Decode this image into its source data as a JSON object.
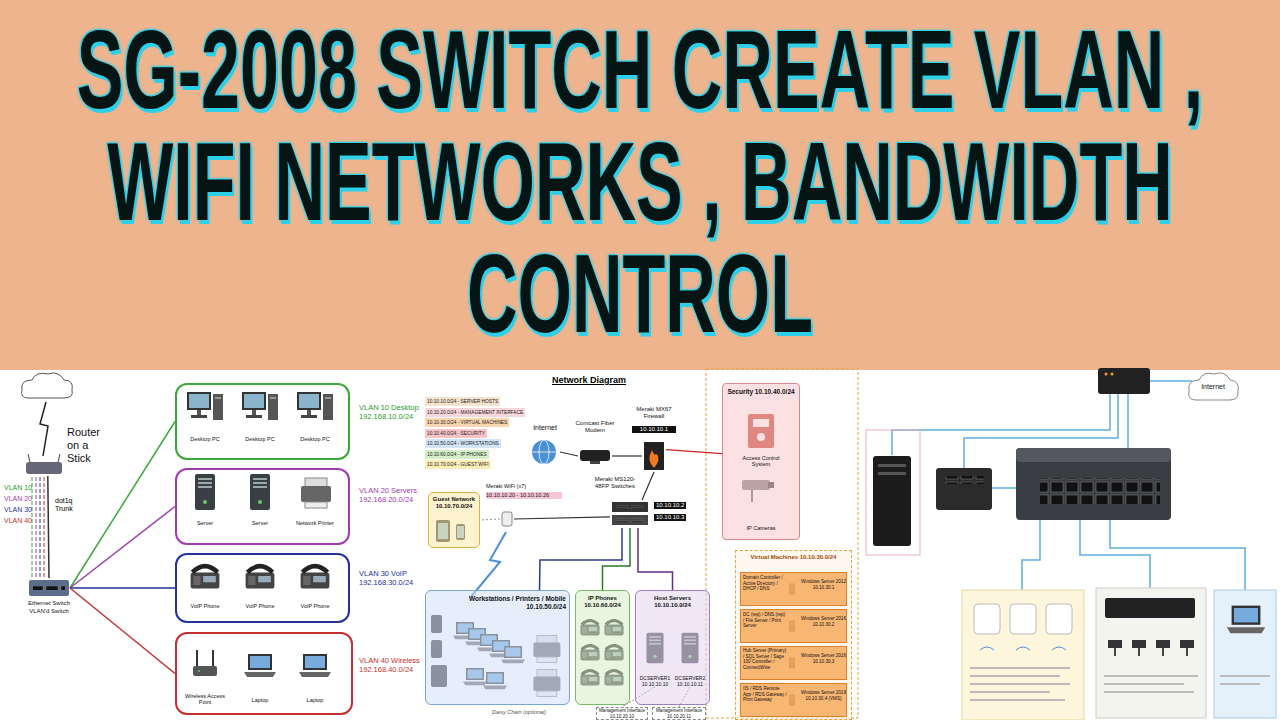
{
  "diagram": {
    "title": "SG-2008 SWITCH CREATE VLAN , WIFI NETWORKS , BANDWIDTH CONTROL",
    "nodes": [
      {
        "text": [
          "Router on a Stick"
        ]
      },
      {
        "text": [
          "Ethernet Switch",
          "VLAN'd Switch"
        ]
      },
      {
        "text": [
          "VLAN 10 Desktop 192.168.10.0/24"
        ]
      },
      {
        "text": [
          "Desktop PC"
        ],
        "in": 2
      },
      {
        "text": [
          "Desktop PC"
        ],
        "in": 2
      },
      {
        "text": [
          "Desktop PC"
        ],
        "in": 2
      },
      {
        "text": [
          "VLAN 20 Servers 192.168.20.0/24"
        ]
      },
      {
        "text": [
          "Server"
        ],
        "in": 6
      },
      {
        "text": [
          "Server"
        ],
        "in": 6
      },
      {
        "text": [
          "Network Printer"
        ],
        "in": 6
      },
      {
        "text": [
          "VLAN 30 VoIP 192.168.30.0/24"
        ]
      },
      {
        "text": [
          "VoIP Phone"
        ],
        "in": 10
      },
      {
        "text": [
          "VoIP Phone"
        ],
        "in": 10
      },
      {
        "text": [
          "VoIP Phone"
        ],
        "in": 10
      },
      {
        "text": [
          "VLAN 40 Wireless 192.168.40.0/24"
        ]
      },
      {
        "text": [
          "Wireless Access Point"
        ],
        "in": 14
      },
      {
        "text": [
          "Laptop"
        ],
        "in": 14
      },
      {
        "text": [
          "Laptop"
        ],
        "in": 14
      },
      {
        "text": [
          "Internet"
        ]
      },
      {
        "text": [
          "Comcast Fiber Modem"
        ]
      },
      {
        "text": [
          "Meraki MX67 Firewall",
          "10.10.10.1"
        ]
      },
      {
        "text": [
          "Security 10.10.40.0/24"
        ]
      },
      {
        "text": [
          "Access Control System"
        ],
        "in": 21
      },
      {
        "text": [
          "IP Cameras"
        ],
        "in": 21
      },
      {
        "text": [
          "Guest Network 10.10.70.0/24"
        ]
      },
      {
        "text": [
          "Meraki WiFi (x7)",
          "10.10.10.20 - 10.10.10.26"
        ]
      },
      {
        "text": [
          "Meraki MS120-48FP Switches",
          "10.10.10.2",
          "10.10.10.3"
        ]
      },
      {
        "text": [
          "Workstations / Printers / Mobile 10.10.50.0/24"
        ]
      },
      {
        "text": [
          "IP Phones 10.10.60.0/24"
        ]
      },
      {
        "text": [
          "Host Servers 10.10.10.0/24"
        ]
      },
      {
        "text": [
          "DCSERVER1 10.10.10.10"
        ],
        "in": 29
      },
      {
        "text": [
          "DCSERVER2 10.10.10.11"
        ],
        "in": 29
      },
      {
        "text": [
          "Management Interface 10.10.20.10"
        ]
      },
      {
        "text": [
          "Management Interface 10.10.20.11"
        ]
      },
      {
        "text": [
          "Virtual Machines 10.10.30.0/24"
        ]
      },
      {
        "text": [
          "Domain Controller / Active Directory / DHCP / DNS",
          "Windows Server 2012 10.10.30.1"
        ],
        "in": 34
      },
      {
        "text": [
          "DC (rep) / DNS (rep) / File Server / Print Server",
          "Windows Server 2016 10.10.30.2"
        ],
        "in": 34
      },
      {
        "text": [
          "Hub Server (Primary) / SQL Server / Sage 100 Controller / ConnectWise",
          "Windows Server 2016 10.10.30.3"
        ],
        "in": 34
      },
      {
        "text": [
          "IIS / RDS Remote App / RDS Gateway / Print Gateway",
          "Windows Server 2019 10.10.30.4 (VMS)"
        ],
        "in": 34
      },
      {
        "text": [
          "Internet"
        ]
      }
    ],
    "edges": [
      {
        "from": 0,
        "to": 1,
        "arrow": "none",
        "label": "dot1q Trunk"
      },
      {
        "from": 1,
        "to": 2,
        "arrow": "none"
      },
      {
        "from": 1,
        "to": 6,
        "arrow": "none"
      },
      {
        "from": 1,
        "to": 10,
        "arrow": "none"
      },
      {
        "from": 1,
        "to": 14,
        "arrow": "none"
      },
      {
        "from": 18,
        "to": 19,
        "arrow": "none"
      },
      {
        "from": 19,
        "to": 20,
        "arrow": "none"
      },
      {
        "from": 20,
        "to": 21,
        "arrow": "none"
      },
      {
        "from": 20,
        "to": 26,
        "arrow": "none"
      },
      {
        "from": 26,
        "to": 25,
        "arrow": "none"
      },
      {
        "from": 25,
        "to": 24,
        "arrow": "none"
      },
      {
        "from": 26,
        "to": 27,
        "arrow": "none"
      },
      {
        "from": 26,
        "to": 28,
        "arrow": "none"
      },
      {
        "from": 26,
        "to": 29,
        "arrow": "none"
      },
      {
        "from": 30,
        "to": 32,
        "arrow": "none"
      },
      {
        "from": 31,
        "to": 33,
        "arrow": "none"
      }
    ],
    "labels": [
      "VLAN 10",
      "VLAN 20",
      "VLAN 30",
      "VLAN 40",
      "Network Diagram",
      "Daisy Chain (optional)"
    ],
    "legend": [
      {
        "text": "10.10.10.0/24 - SERVER HOSTS",
        "color": "#f6e3cf"
      },
      {
        "text": "10.10.20.0/24 - MANAGEMENT INTERFACE",
        "color": "#f9d6dc"
      },
      {
        "text": "10.10.30.0/24 - VIRTUAL MACHINES",
        "color": "#fbd7b0"
      },
      {
        "text": "10.10.40.0/24 - SECURITY",
        "color": "#f8c4c4"
      },
      {
        "text": "10.10.50.0/24 - WORKSTATIONS",
        "color": "#d3e3f8"
      },
      {
        "text": "10.10.60.0/24 - IP PHONES",
        "color": "#d3efc8"
      },
      {
        "text": "10.10.70.0/24 - GUEST WIFI",
        "color": "#fdeeb8"
      }
    ]
  }
}
